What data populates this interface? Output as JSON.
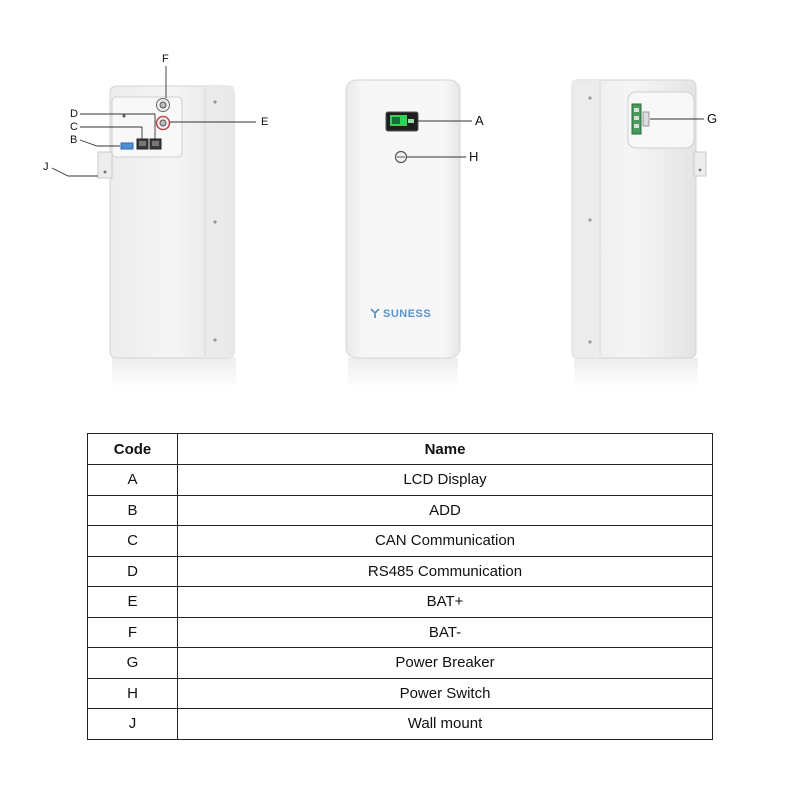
{
  "brand": "SUNESS",
  "callouts": {
    "A": "A",
    "B": "B",
    "C": "C",
    "D": "D",
    "E": "E",
    "F": "F",
    "G": "G",
    "H": "H",
    "J": "J"
  },
  "table": {
    "headers": [
      "Code",
      "Name"
    ],
    "rows": [
      {
        "code": "A",
        "name": "LCD Display"
      },
      {
        "code": "B",
        "name": "ADD"
      },
      {
        "code": "C",
        "name": "CAN Communication"
      },
      {
        "code": "D",
        "name": "RS485 Communication"
      },
      {
        "code": "E",
        "name": "BAT+"
      },
      {
        "code": "F",
        "name": "BAT-"
      },
      {
        "code": "G",
        "name": "Power Breaker"
      },
      {
        "code": "H",
        "name": "Power Switch"
      },
      {
        "code": "J",
        "name": "Wall mount"
      }
    ]
  },
  "colors": {
    "cabinet_light": "#f6f6f6",
    "cabinet_shade": "#e2e2e2",
    "screen": "#2fd15a",
    "brand": "#5a95cc"
  }
}
